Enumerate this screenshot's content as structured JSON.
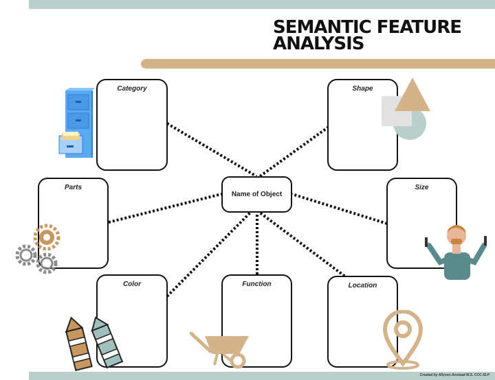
{
  "title": {
    "line1": "SEMANTIC FEATURE",
    "line2": "ANALYSIS"
  },
  "center": {
    "label": "Name of Object"
  },
  "nodes": {
    "category": "Category",
    "shape": "Shape",
    "parts": "Parts",
    "size": "Size",
    "color": "Color",
    "function": "Function",
    "location": "Location"
  },
  "footer": {
    "credit": "Created by Allyson Anstead M.S. CCC-SLP"
  },
  "colors": {
    "accent": "#d4b38b",
    "teal": "#b9cfcb",
    "line": "#111111"
  },
  "icons": {
    "category": "file-cabinet-icon",
    "shape": "shapes-icon",
    "parts": "gears-icon",
    "size": "person-measuring-icon",
    "color": "crayons-icon",
    "function": "wheelbarrow-icon",
    "location": "map-pin-icon"
  }
}
